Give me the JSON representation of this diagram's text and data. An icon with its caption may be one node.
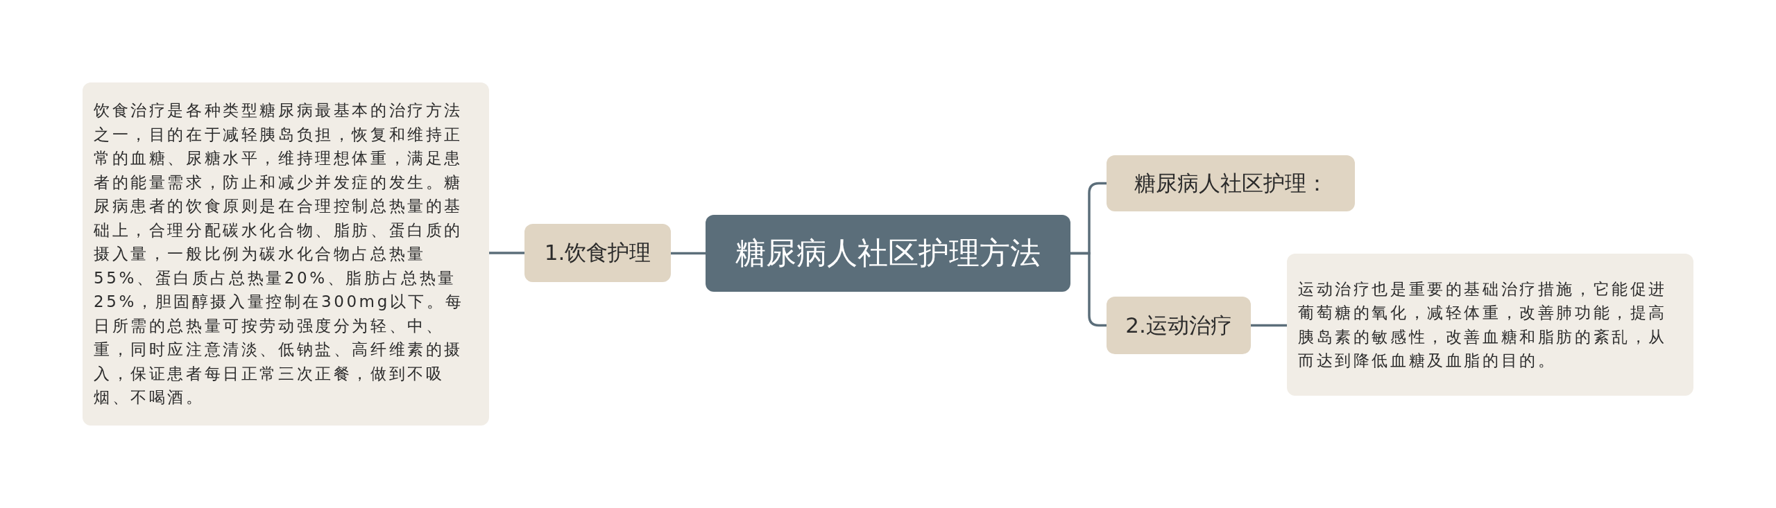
{
  "diagram": {
    "nodes": [
      {
        "text": [
          "糖尿病人社区护理方法"
        ]
      },
      {
        "text": [
          "1.饮食护理"
        ]
      },
      {
        "text": [
          "饮食治疗是各种类型糖尿病最基本的治疗方法之一，目的在于减轻胰岛负担，恢复和维持正常的血糖、尿糖水平，维持理想体重，满足患者的能量需求，防止和减少并发症的发生。糖尿病患者的饮食原则是在合理控制总热量的基础上，合理分配碳水化合物、脂肪、蛋白质的摄入量，一般比例为碳水化合物占总热量55%、蛋白质占总热量20%、脂肪占总热量25%，胆固醇摄入量控制在300mg以下。每日所需的总热量可按劳动强度分为轻、中、重，同时应注意清淡、低钠盐、高纤维素的摄入，保证患者每日正常三次正餐，做到不吸烟、不喝酒。"
        ]
      },
      {
        "text": [
          "糖尿病人社区护理："
        ]
      },
      {
        "text": [
          "2.运动治疗"
        ]
      },
      {
        "text": [
          "运动治疗也是重要的基础治疗措施，它能促进葡萄糖的氧化，减轻体重，改善肺功能，提高胰岛素的敏感性，改善血糖和脂肪的紊乱，从而达到降低血糖及血脂的目的。"
        ]
      }
    ],
    "edges": [
      {
        "from": 0,
        "to": 1,
        "arrow": "none"
      },
      {
        "from": 1,
        "to": 2,
        "arrow": "none"
      },
      {
        "from": 0,
        "to": 3,
        "arrow": "none"
      },
      {
        "from": 0,
        "to": 4,
        "arrow": "none"
      },
      {
        "from": 4,
        "to": 5,
        "arrow": "none"
      }
    ]
  }
}
